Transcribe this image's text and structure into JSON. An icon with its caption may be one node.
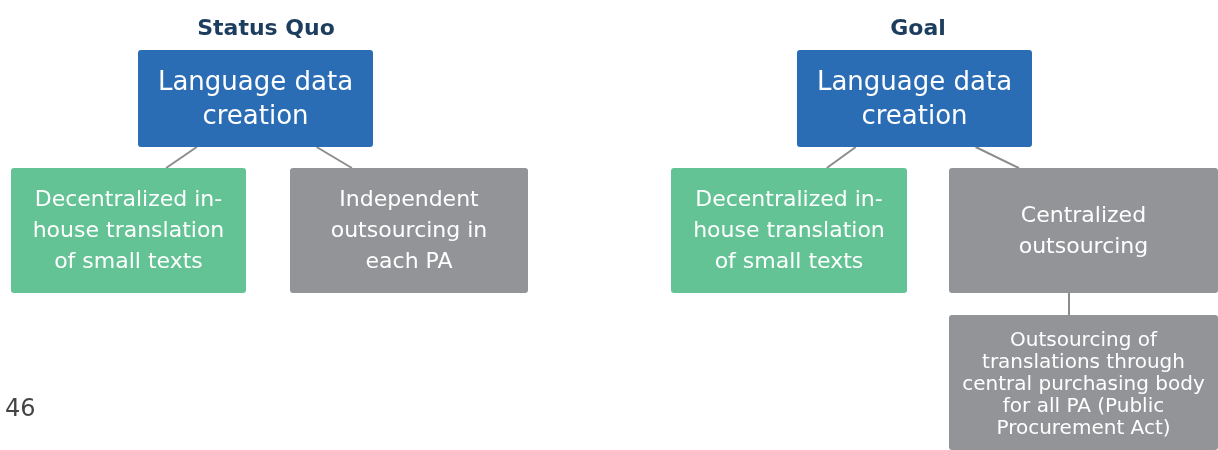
{
  "diagram": {
    "nodes": [
      {
        "text": [
          "Language data creation"
        ]
      },
      {
        "text": [
          "Decentralized in-house translation of small texts"
        ]
      },
      {
        "text": [
          "Independent outsourcing in each PA"
        ]
      },
      {
        "text": [
          "Language data creation"
        ]
      },
      {
        "text": [
          "Decentralized in-house translation of small texts"
        ]
      },
      {
        "text": [
          "Centralized outsourcing"
        ]
      },
      {
        "text": [
          "Outsourcing of translations through central purchasing body for all PA (Public Procurement Act)"
        ]
      }
    ],
    "edges": [
      {
        "from": 0,
        "to": 1,
        "arrow": "none"
      },
      {
        "from": 0,
        "to": 2,
        "arrow": "none"
      },
      {
        "from": 3,
        "to": 4,
        "arrow": "none"
      },
      {
        "from": 3,
        "to": 5,
        "arrow": "none"
      },
      {
        "from": 5,
        "to": 6,
        "arrow": "none"
      }
    ],
    "labels": [
      "Status Quo",
      "Goal",
      "46"
    ]
  }
}
